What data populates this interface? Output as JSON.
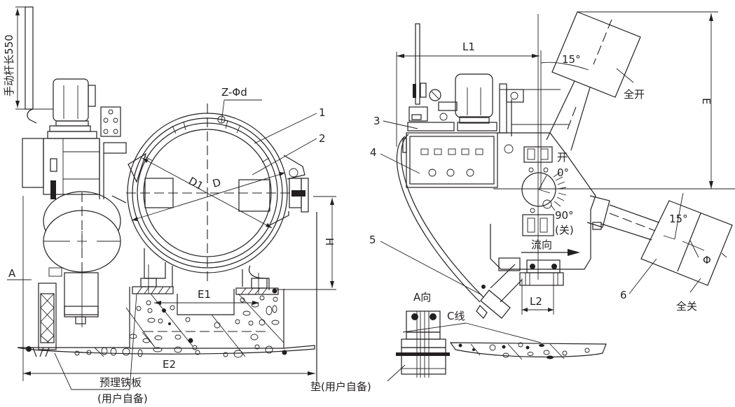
{
  "figure": {
    "type": "technical-drawing",
    "subject": "electric butterfly valve installation drawing"
  },
  "left_view": {
    "handle_length_label": "手动杆长550",
    "bolt_holes_label": "Z-Φd",
    "dia_outer_label": "D",
    "dia_inner_label": "D1",
    "part_labels": [
      "1",
      "2"
    ],
    "dim_a_label": "A",
    "dim_h_label": "H",
    "dim_e1_label": "E1",
    "dim_e2_label": "E2",
    "embedded_plate_label": "预理铁板",
    "embedded_plate_note": "(用户自备)"
  },
  "right_view": {
    "dim_l1_label": "L1",
    "dim_l2_label": "L2",
    "dim_e_label": "E",
    "part_labels": [
      "3",
      "4",
      "5",
      "6"
    ],
    "open_label": "开",
    "angle_open": "0°",
    "angle_closed": "90°",
    "closed_label": "(关)",
    "flow_label": "流向",
    "full_open_label": "全开",
    "full_close_label": "全关",
    "tilt_angle_top": "15°",
    "tilt_angle_bottom": "15°",
    "phi_symbol": "Φ",
    "view_a_label": "A向",
    "c_line_label": "C线",
    "shim_label": "垫(用户自备)"
  }
}
